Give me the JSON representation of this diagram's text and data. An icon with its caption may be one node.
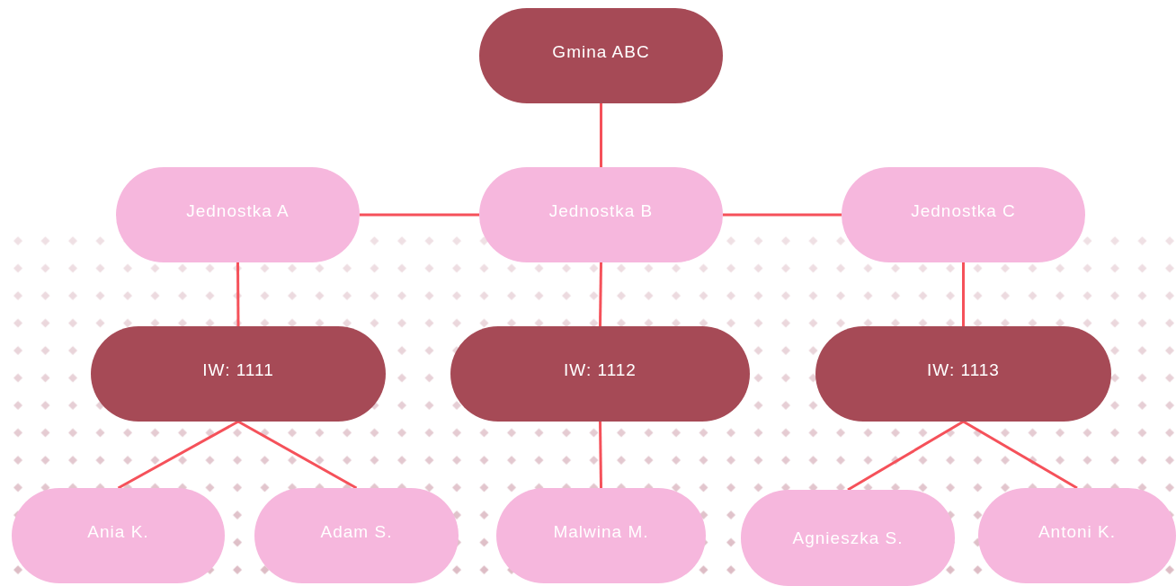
{
  "diagram": {
    "nodes": [
      {
        "text": [
          "Gmina ABC"
        ]
      },
      {
        "text": [
          "Jednostka A"
        ]
      },
      {
        "text": [
          "Jednostka B"
        ]
      },
      {
        "text": [
          "Jednostka C"
        ]
      },
      {
        "text": [
          "IW: 1111"
        ]
      },
      {
        "text": [
          "IW: 1112"
        ]
      },
      {
        "text": [
          "IW: 1113"
        ]
      },
      {
        "text": [
          "Ania K."
        ]
      },
      {
        "text": [
          "Adam S."
        ]
      },
      {
        "text": [
          "Malwina M."
        ]
      },
      {
        "text": [
          "Agnieszka S."
        ]
      },
      {
        "text": [
          "Antoni K."
        ]
      }
    ],
    "edges": [
      {
        "from": 0,
        "to": 2,
        "arrow": "none"
      },
      {
        "from": 1,
        "to": 2,
        "arrow": "none"
      },
      {
        "from": 2,
        "to": 3,
        "arrow": "none"
      },
      {
        "from": 1,
        "to": 4,
        "arrow": "none"
      },
      {
        "from": 2,
        "to": 5,
        "arrow": "none"
      },
      {
        "from": 3,
        "to": 6,
        "arrow": "none"
      },
      {
        "from": 4,
        "to": 7,
        "arrow": "none"
      },
      {
        "from": 4,
        "to": 8,
        "arrow": "none"
      },
      {
        "from": 5,
        "to": 9,
        "arrow": "none"
      },
      {
        "from": 6,
        "to": 10,
        "arrow": "none"
      },
      {
        "from": 6,
        "to": 11,
        "arrow": "none"
      }
    ]
  }
}
